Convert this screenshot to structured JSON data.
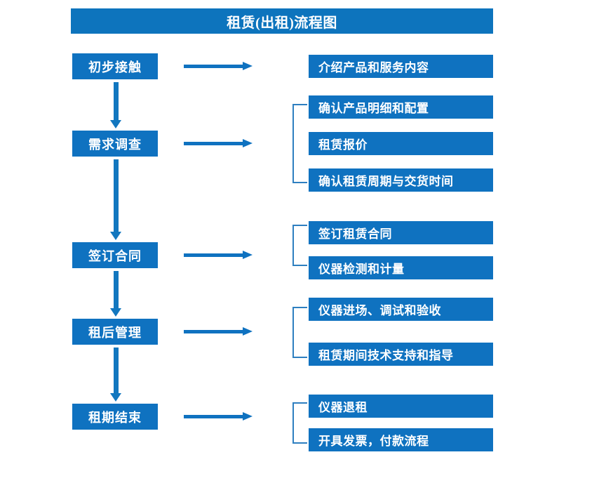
{
  "title": "租赁(出租)流程图",
  "colors": {
    "banner": "#0d74bd",
    "box": "#0f72c0",
    "arrow": "#0f72c0",
    "bracket": "#2e7fc0",
    "background": "#ffffff",
    "text": "#ffffff"
  },
  "stages": [
    {
      "label": "初步接触"
    },
    {
      "label": "需求调查"
    },
    {
      "label": "签订合同"
    },
    {
      "label": "租后管理"
    },
    {
      "label": "租期结束"
    }
  ],
  "details": [
    {
      "label": "介绍产品和服务内容"
    },
    {
      "label": "确认产品明细和配置"
    },
    {
      "label": "租赁报价"
    },
    {
      "label": "确认租赁周期与交货时间"
    },
    {
      "label": "签订租赁合同"
    },
    {
      "label": "仪器检测和计量"
    },
    {
      "label": "仪器进场、调试和验收"
    },
    {
      "label": "租赁期间技术支持和指导"
    },
    {
      "label": "仪器退租"
    },
    {
      "label": "开具发票，付款流程"
    }
  ],
  "groups": [
    {
      "stage": "初步接触",
      "details": [
        "介绍产品和服务内容"
      ]
    },
    {
      "stage": "需求调查",
      "details": [
        "确认产品明细和配置",
        "租赁报价",
        "确认租赁周期与交货时间"
      ]
    },
    {
      "stage": "签订合同",
      "details": [
        "签订租赁合同",
        "仪器检测和计量"
      ]
    },
    {
      "stage": "租后管理",
      "details": [
        "仪器进场、调试和验收",
        "租赁期间技术支持和指导"
      ]
    },
    {
      "stage": "租期结束",
      "details": [
        "仪器退租",
        "开具发票，付款流程"
      ]
    }
  ]
}
